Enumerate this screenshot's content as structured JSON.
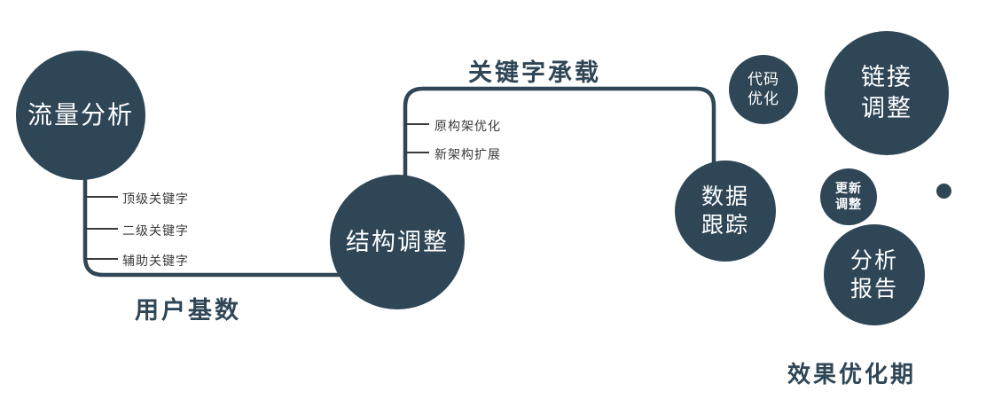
{
  "diagram": {
    "nodes": {
      "traffic": {
        "label": "流量分析"
      },
      "structure": {
        "label": "结构调整"
      },
      "tracking": {
        "line1": "数据",
        "line2": "跟踪"
      },
      "code": {
        "line1": "代码",
        "line2": "优化"
      },
      "link": {
        "line1": "链接",
        "line2": "调整"
      },
      "update": {
        "line1": "更新",
        "line2": "调整"
      },
      "report": {
        "line1": "分析",
        "line2": "报告"
      }
    },
    "edge_labels": {
      "user_base": "用户基数",
      "keyword_carry": "关键字承载"
    },
    "branches_left": [
      "顶级关键字",
      "二级关键字",
      "辅助关键字"
    ],
    "branches_mid": [
      "原构架优化",
      "新架构扩展"
    ],
    "caption": "效果优化期",
    "colors": {
      "node_fill": "#2e4656",
      "node_text": "#ffffff",
      "connector": "#2e4656",
      "branch_text": "#3a3a3a"
    }
  }
}
